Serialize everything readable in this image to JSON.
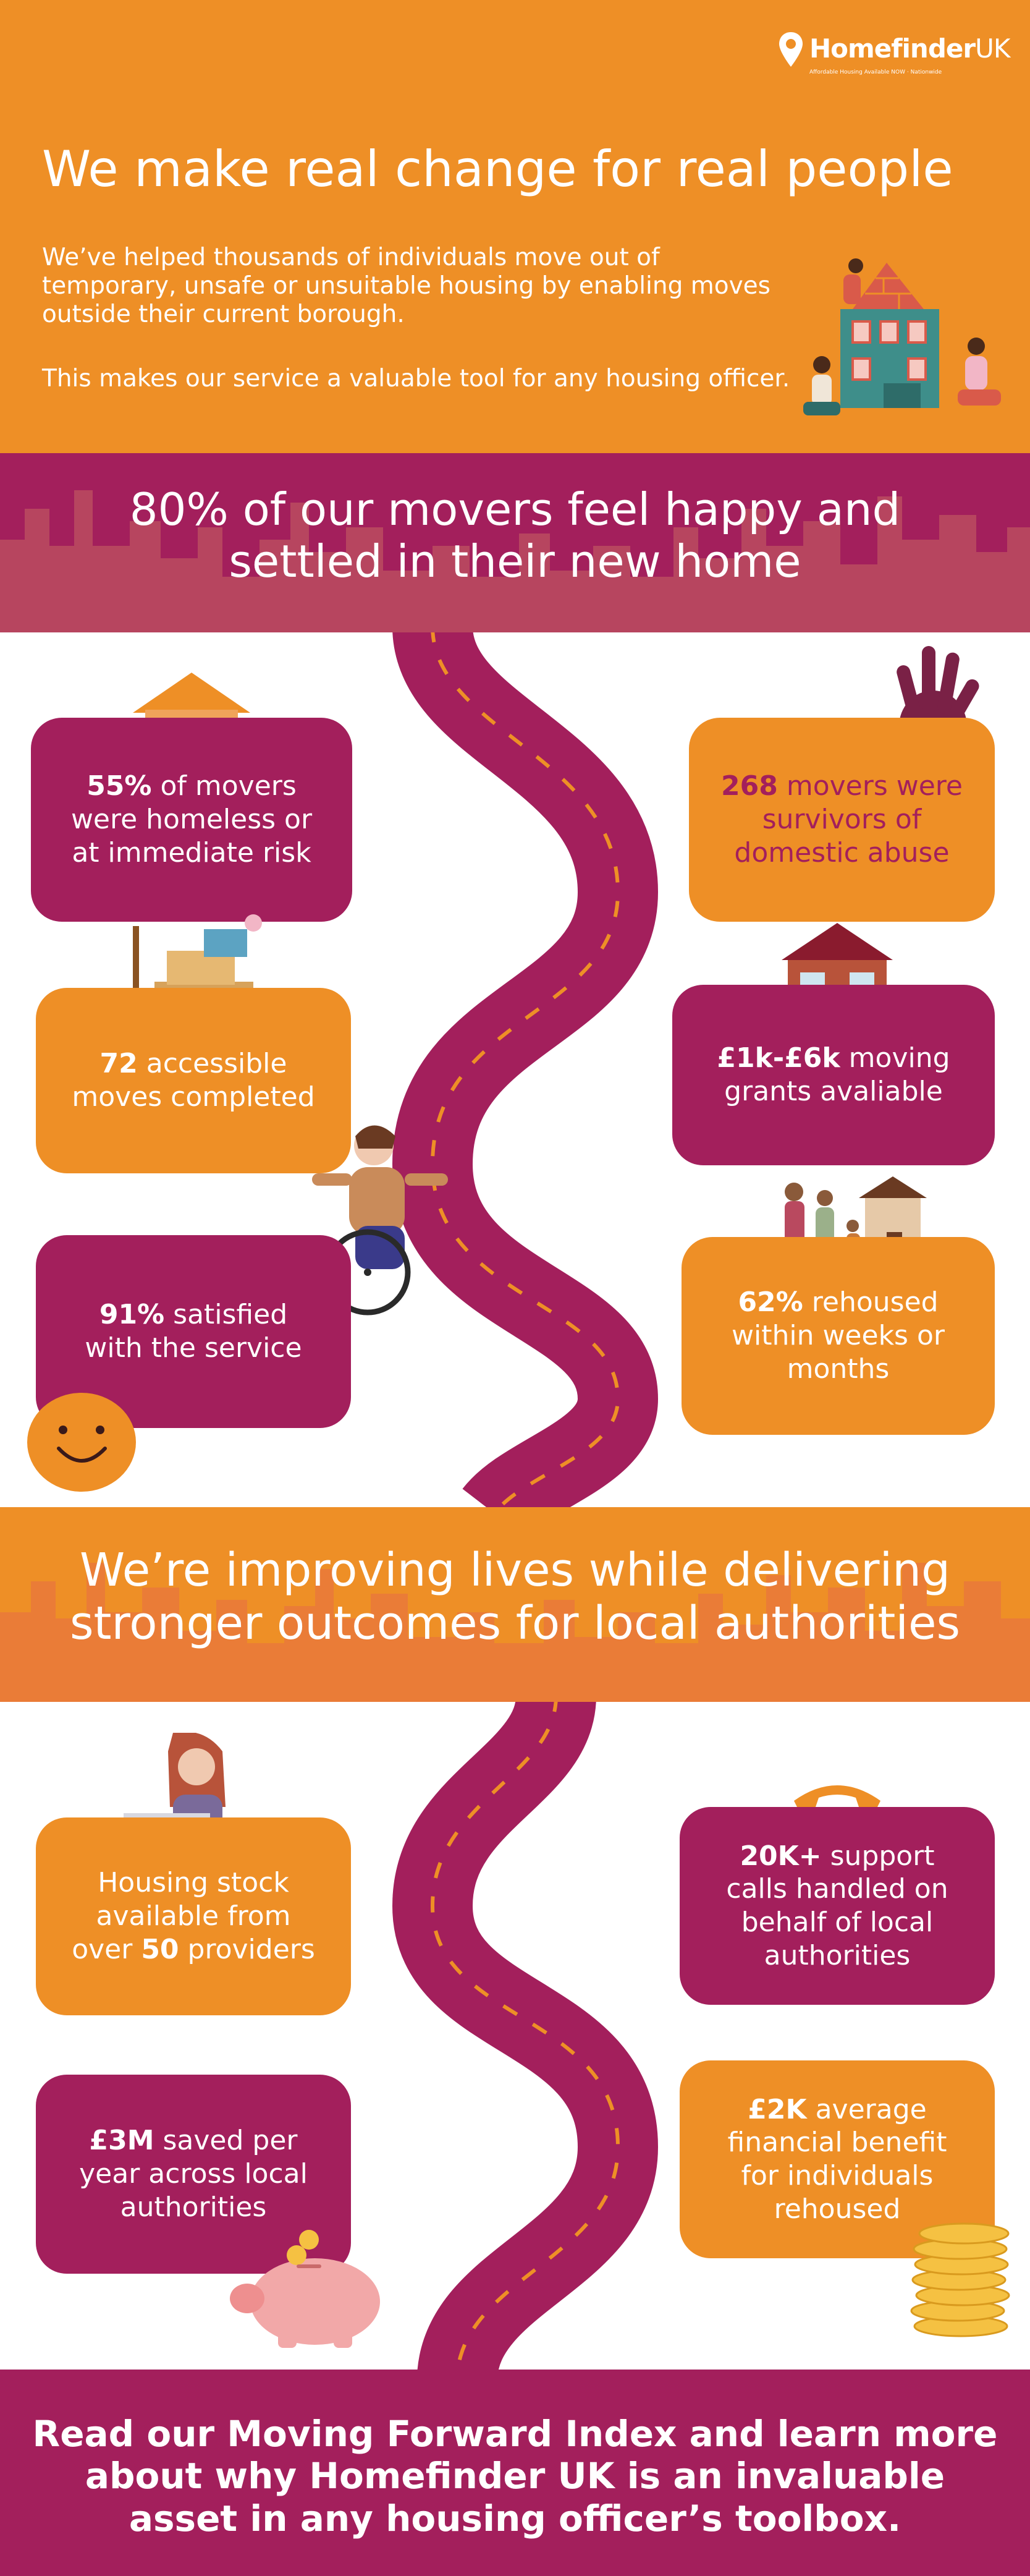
{
  "brand": {
    "name": "Homefinder",
    "name_suffix": "UK",
    "tagline": "Affordable Housing Available NOW · Nationwide",
    "pin-icon": "map-pin-icon"
  },
  "colors": {
    "orange": "#EE8F26",
    "plum": "#A31F5C",
    "dark_plum": "#8A1B4E"
  },
  "hero": {
    "title": "We make real change for real people",
    "para1": "We’ve helped thousands of individuals move out of temporary, unsafe or unsuitable housing by enabling moves outside their current borough.",
    "para2": "This makes our service a valuable tool for any housing officer."
  },
  "band1": {
    "line1": "80% of our movers feel happy and",
    "line2": "settled in their new home"
  },
  "stats1": [
    {
      "strong": "55%",
      "rest": " of movers were homeless or at immediate risk"
    },
    {
      "strong": "268",
      "rest": " movers were survivors of domestic abuse"
    },
    {
      "strong": "72",
      "rest": " accessible moves completed"
    },
    {
      "strong": "£1k-£6k",
      "rest": " moving grants avaliable"
    },
    {
      "strong": "91%",
      "rest": " satisfied with the service"
    },
    {
      "strong": "62%",
      "rest": " rehoused within weeks or months"
    }
  ],
  "band2": {
    "line1": "We’re improving lives while delivering",
    "line2": "stronger outcomes for local authorities"
  },
  "stats2": [
    {
      "pre": "Housing stock available from over ",
      "strong": "50",
      "post": " providers"
    },
    {
      "strong": "20K+",
      "rest": " support calls handled on behalf of local authorities"
    },
    {
      "strong": "£3M",
      "rest": " saved per year across local authorities"
    },
    {
      "strong": "£2K",
      "rest": " average financial benefit for individuals rehoused"
    }
  ],
  "cta": {
    "line1": "Read our Moving Forward Index and learn more",
    "line2": "about why Homefinder UK is an invaluable",
    "line3": "asset in any housing officer’s toolbox."
  }
}
